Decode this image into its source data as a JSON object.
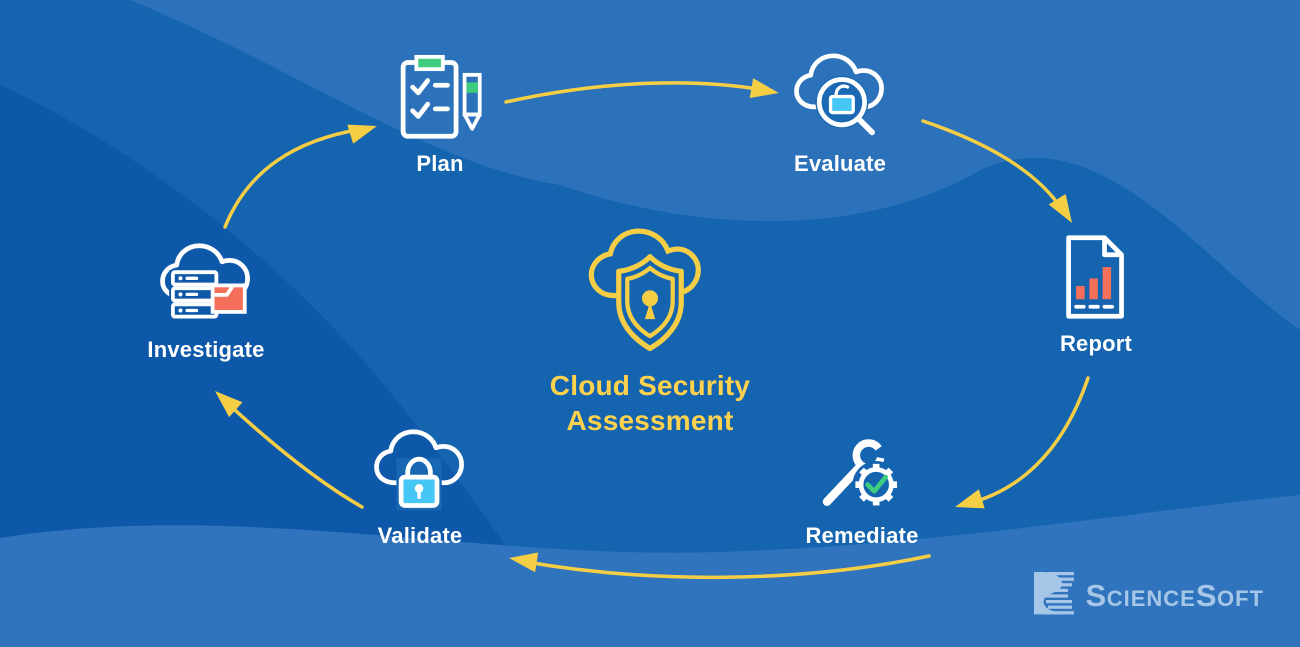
{
  "center": {
    "title_line1": "Cloud Security",
    "title_line2": "Assessment",
    "icon": "cloud-shield-keyhole"
  },
  "stages": [
    {
      "label": "Plan",
      "icon": "clipboard-checklist-pencil"
    },
    {
      "label": "Evaluate",
      "icon": "cloud-magnifier-open-padlock"
    },
    {
      "label": "Report",
      "icon": "document-bar-chart"
    },
    {
      "label": "Remediate",
      "icon": "wrench-gear-check"
    },
    {
      "label": "Validate",
      "icon": "cloud-padlock"
    },
    {
      "label": "Investigate",
      "icon": "cloud-server-folder"
    }
  ],
  "logo": {
    "s1": "S",
    "mid": "cience",
    "s2": "S",
    "end": "oft",
    "full": "ScienceSoft"
  },
  "colors": {
    "bg_base": "#1464B0",
    "bg_light_band": "#2C72BB",
    "bg_dark_band": "#0E58A9",
    "bg_bottom_band": "#2F74BC",
    "arrow_yellow": "#F6CE45",
    "title_yellow": "#FFD24E",
    "icon_white": "#FFFFFF",
    "icon_green": "#3ECC7E",
    "icon_cyan": "#45C6F5",
    "icon_salmon": "#F4705A",
    "logo_blue": "#A6C6E8"
  }
}
